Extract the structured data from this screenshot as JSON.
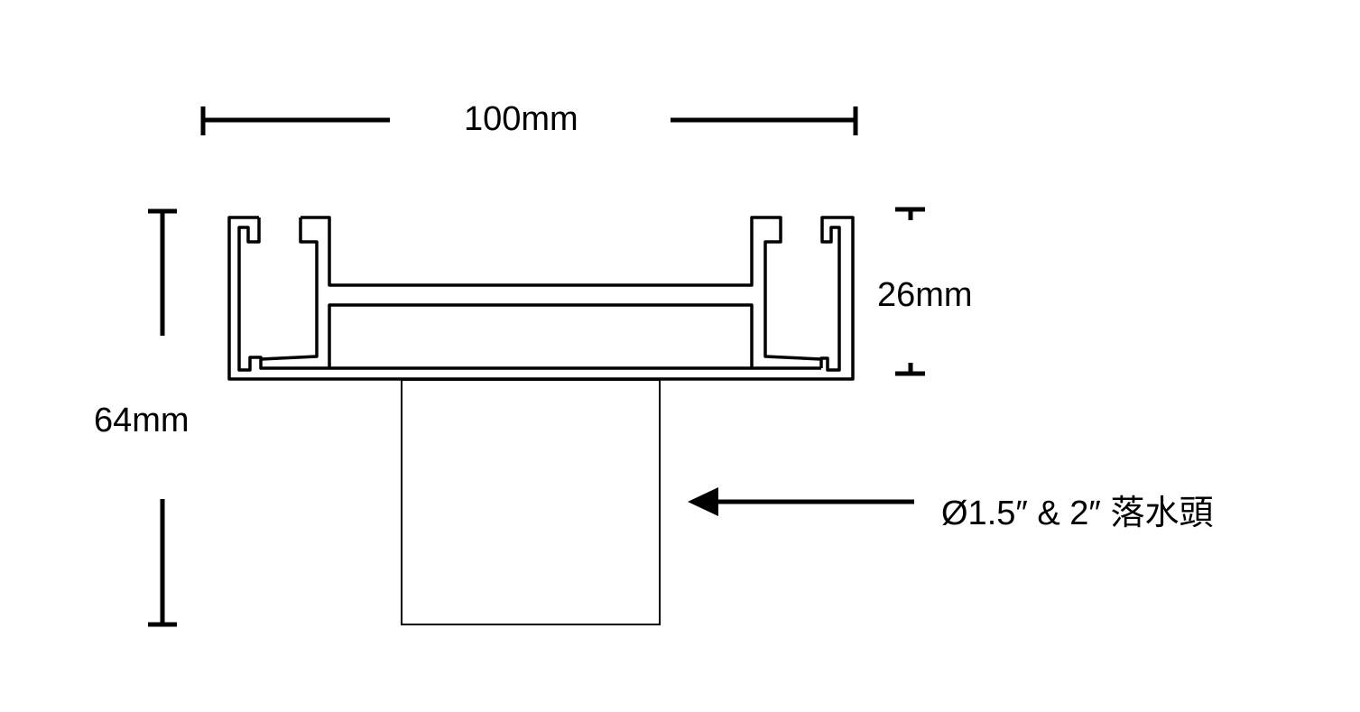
{
  "dimensions": {
    "width_label": "100mm",
    "frame_height_label": "26mm",
    "total_height_label": "64mm"
  },
  "callout": {
    "outlet_label": "Ø1.5″ & 2″ 落水頭"
  },
  "colors": {
    "line": "#000000",
    "background": "#ffffff"
  }
}
